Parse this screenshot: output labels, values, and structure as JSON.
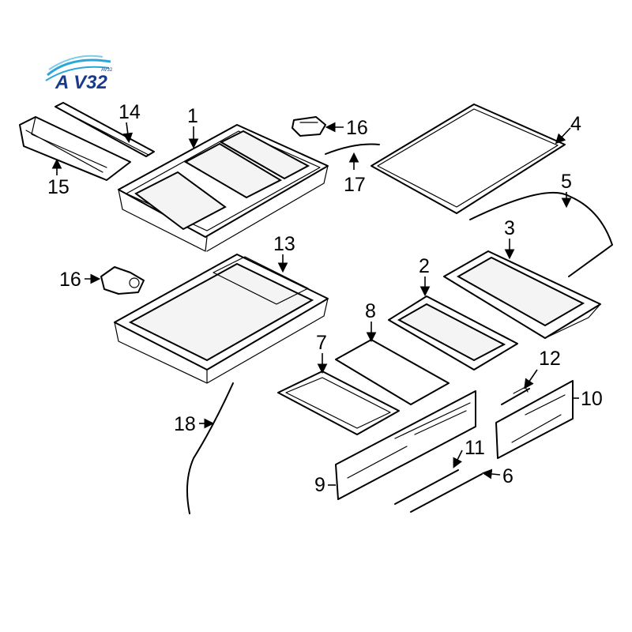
{
  "logo": {
    "wordmark": "A V32",
    "subtext": "AV32",
    "brand_color": "#1a3b8c",
    "swoosh_color": "#2aa7d8"
  },
  "callouts": [
    {
      "id": "c1",
      "label": "1"
    },
    {
      "id": "c2",
      "label": "2"
    },
    {
      "id": "c3",
      "label": "3"
    },
    {
      "id": "c4",
      "label": "4"
    },
    {
      "id": "c5",
      "label": "5"
    },
    {
      "id": "c6",
      "label": "6"
    },
    {
      "id": "c7",
      "label": "7"
    },
    {
      "id": "c8",
      "label": "8"
    },
    {
      "id": "c9",
      "label": "9"
    },
    {
      "id": "c10",
      "label": "10"
    },
    {
      "id": "c11",
      "label": "11"
    },
    {
      "id": "c12",
      "label": "12"
    },
    {
      "id": "c13",
      "label": "13"
    },
    {
      "id": "c14",
      "label": "14"
    },
    {
      "id": "c15",
      "label": "15"
    },
    {
      "id": "c16a",
      "label": "16"
    },
    {
      "id": "c16b",
      "label": "16"
    },
    {
      "id": "c17",
      "label": "17"
    },
    {
      "id": "c18",
      "label": "18"
    }
  ]
}
